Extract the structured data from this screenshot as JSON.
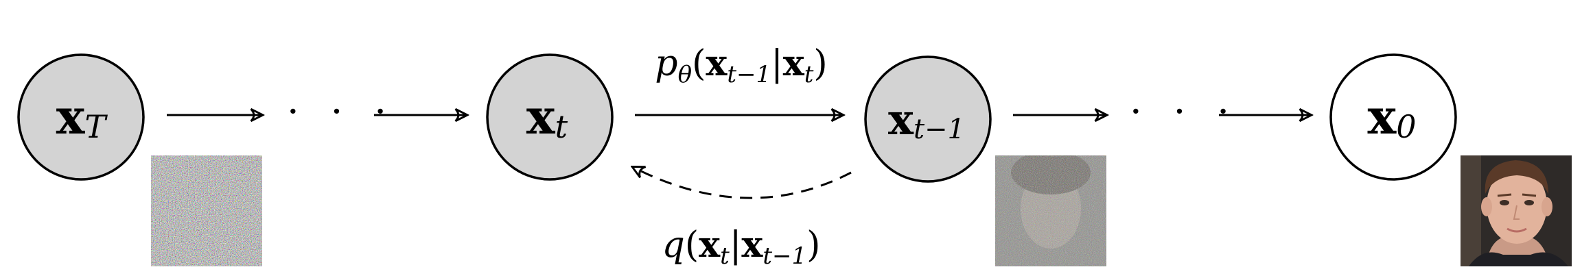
{
  "diagram": {
    "nodes": {
      "xT": {
        "main": "x",
        "sub": "T"
      },
      "xt": {
        "main": "x",
        "sub": "t"
      },
      "xt1": {
        "main": "x",
        "sub": "t−1"
      },
      "x0": {
        "main": "x",
        "sub": "0"
      }
    },
    "ellipsis": "· · ·",
    "reverse_label": {
      "prefix": "p",
      "theta": "θ",
      "open": "(",
      "bold1": "x",
      "sub1": "t−1",
      "bar": "|",
      "bold2": "x",
      "sub2": "t",
      "close": ")"
    },
    "forward_label": {
      "prefix": "q",
      "open": "(",
      "bold1": "x",
      "sub1": "t",
      "bar": "|",
      "bold2": "x",
      "sub2": "t−1",
      "close": ")"
    },
    "colors": {
      "shaded_node": "#d3d3d3",
      "open_node": "#ffffff",
      "stroke": "#000000"
    }
  }
}
